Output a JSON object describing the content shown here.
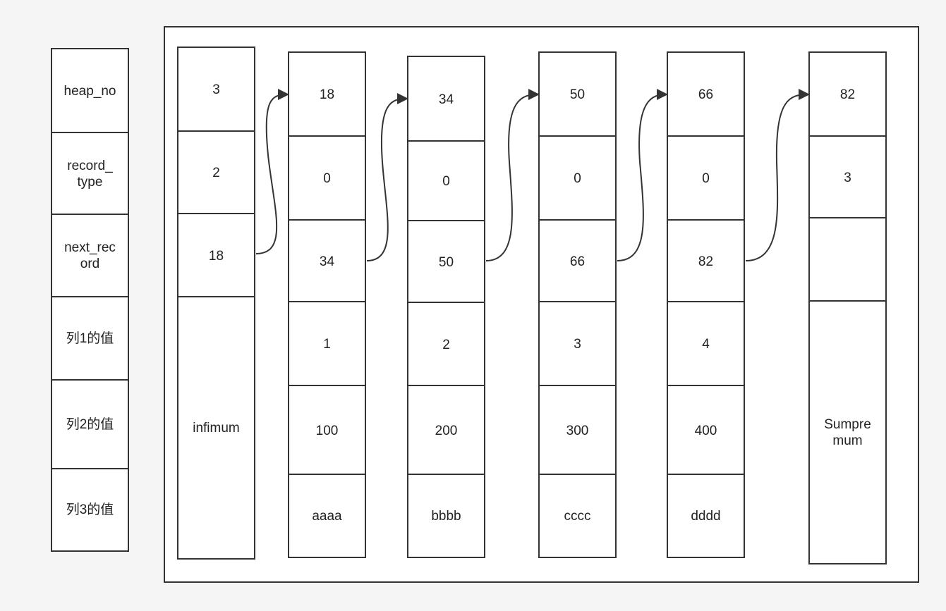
{
  "legend": {
    "fields": [
      "heap_no",
      "record_\ntype",
      "next_rec\nord",
      "列1的值",
      "列2的值",
      "列3的值"
    ]
  },
  "records": [
    {
      "cells": [
        "3",
        "2",
        "18",
        "infimum"
      ]
    },
    {
      "cells": [
        "18",
        "0",
        "34",
        "1",
        "100",
        "aaaa"
      ]
    },
    {
      "cells": [
        "34",
        "0",
        "50",
        "2",
        "200",
        "bbbb"
      ]
    },
    {
      "cells": [
        "50",
        "0",
        "66",
        "3",
        "300",
        "cccc"
      ]
    },
    {
      "cells": [
        "66",
        "0",
        "82",
        "4",
        "400",
        "dddd"
      ]
    },
    {
      "cells": [
        "82",
        "3",
        "",
        "Sumpre\nmum"
      ]
    }
  ],
  "colors": {
    "stroke": "#333333",
    "background": "#ffffff"
  }
}
